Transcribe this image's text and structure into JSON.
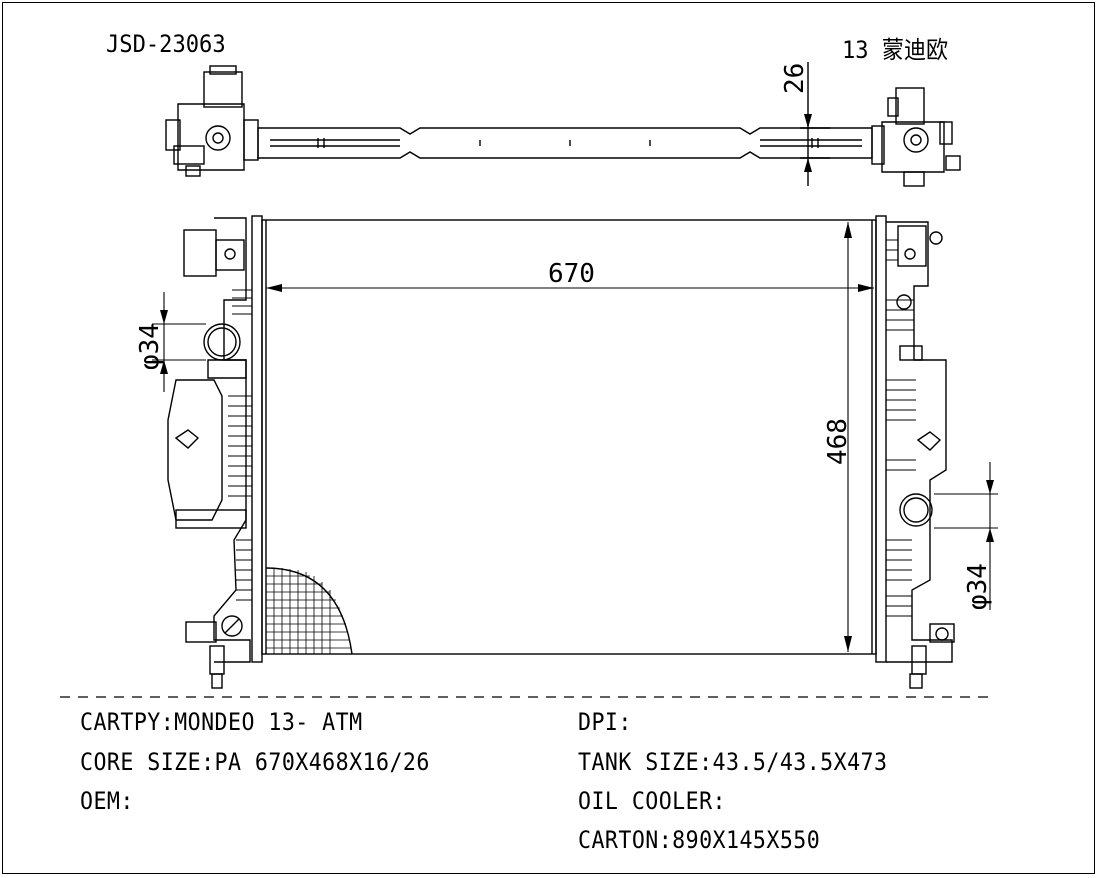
{
  "header": {
    "part_number": "JSD-23063",
    "model_note": "13 蒙迪欧"
  },
  "dimensions": {
    "core_width": "670",
    "core_height": "468",
    "thickness": "26",
    "inlet_diameter": "φ34",
    "outlet_diameter": "φ34"
  },
  "specs": {
    "cartpy": "CARTPY:MONDEO 13- ATM",
    "core_size": "CORE SIZE:PA 670X468X16/26",
    "oem": "OEM:",
    "dpi": "DPI:",
    "tank_size": "TANK SIZE:43.5/43.5X473",
    "oil_cooler": "OIL COOLER:",
    "carton": "CARTON:890X145X550"
  }
}
